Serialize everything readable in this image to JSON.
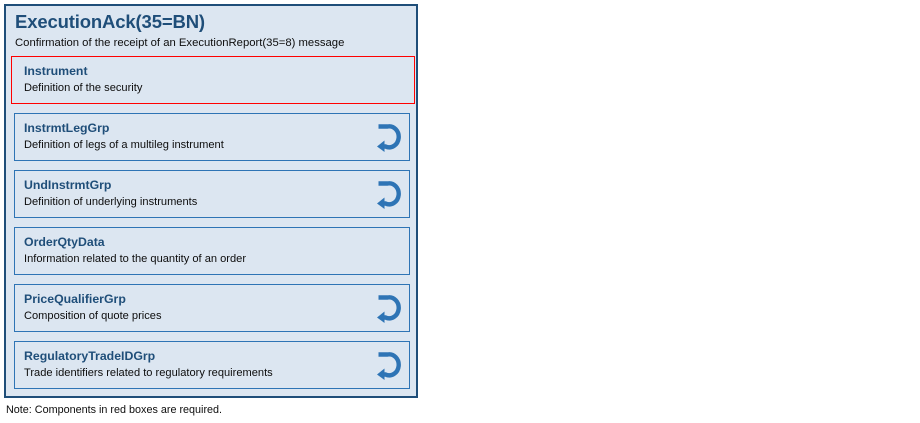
{
  "message": {
    "title": "ExecutionAck(35=BN)",
    "subtitle": "Confirmation of the receipt of an ExecutionReport(35=8) message",
    "components": [
      {
        "name": "Instrument",
        "description": "Definition of the security",
        "required": true,
        "repeating": false
      },
      {
        "name": "InstrmtLegGrp",
        "description": "Definition of legs of a multileg instrument",
        "required": false,
        "repeating": true
      },
      {
        "name": "UndInstrmtGrp",
        "description": "Definition of underlying instruments",
        "required": false,
        "repeating": true
      },
      {
        "name": "OrderQtyData",
        "description": "Information related to the quantity of an order",
        "required": false,
        "repeating": false
      },
      {
        "name": "PriceQualifierGrp",
        "description": "Composition of quote prices",
        "required": false,
        "repeating": true
      },
      {
        "name": "RegulatoryTradeIDGrp",
        "description": "Trade identifiers related to regulatory requirements",
        "required": false,
        "repeating": true
      }
    ]
  },
  "footer": {
    "note": "Note: Components in red boxes are required."
  },
  "icons": {
    "loop": "repeating-group-loop-icon"
  },
  "colors": {
    "container_border": "#1f4e79",
    "container_background": "#dce6f1",
    "component_border": "#2e74b5",
    "required_border": "#ff0000",
    "heading_text": "#1f4e79",
    "body_text": "#0d0d0d",
    "loop_icon": "#2e74b5",
    "page_background": "#ffffff"
  }
}
